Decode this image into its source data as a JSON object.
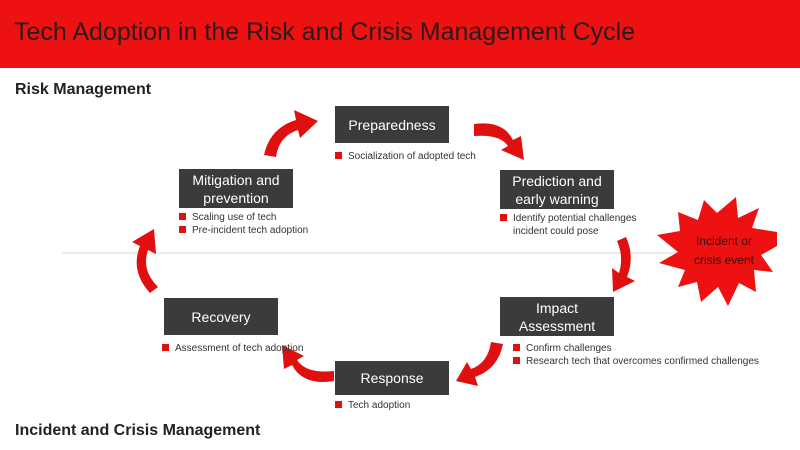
{
  "header": {
    "title": "Tech Adoption in the Risk and Crisis Management Cycle"
  },
  "sections": {
    "top": "Risk Management",
    "bottom": "Incident and Crisis Management"
  },
  "phases": {
    "preparedness": {
      "title": "Preparedness",
      "bullets": [
        "Socialization of adopted tech"
      ]
    },
    "prediction": {
      "title_line1": "Prediction and",
      "title_line2": "early warning",
      "bullet1_line1": "Identify potential challenges",
      "bullet1_line2": "incident could pose"
    },
    "impact": {
      "title_line1": "Impact",
      "title_line2": "Assessment",
      "bullets": [
        "Confirm challenges",
        "Research tech that overcomes confirmed challenges"
      ]
    },
    "response": {
      "title": "Response",
      "bullets": [
        "Tech adoption"
      ]
    },
    "recovery": {
      "title": "Recovery",
      "bullets": [
        "Assessment of tech adoption"
      ]
    },
    "mitigation": {
      "title_line1": "Mitigation and",
      "title_line2": "prevention",
      "bullets": [
        "Scaling use of tech",
        "Pre-incident tech adoption"
      ]
    }
  },
  "event": {
    "line1": "Incident or",
    "line2": "crisis event"
  },
  "colors": {
    "accent": "#ee1111",
    "arrow": "#e01010",
    "box": "#3b3b3b",
    "text": "#333333"
  }
}
